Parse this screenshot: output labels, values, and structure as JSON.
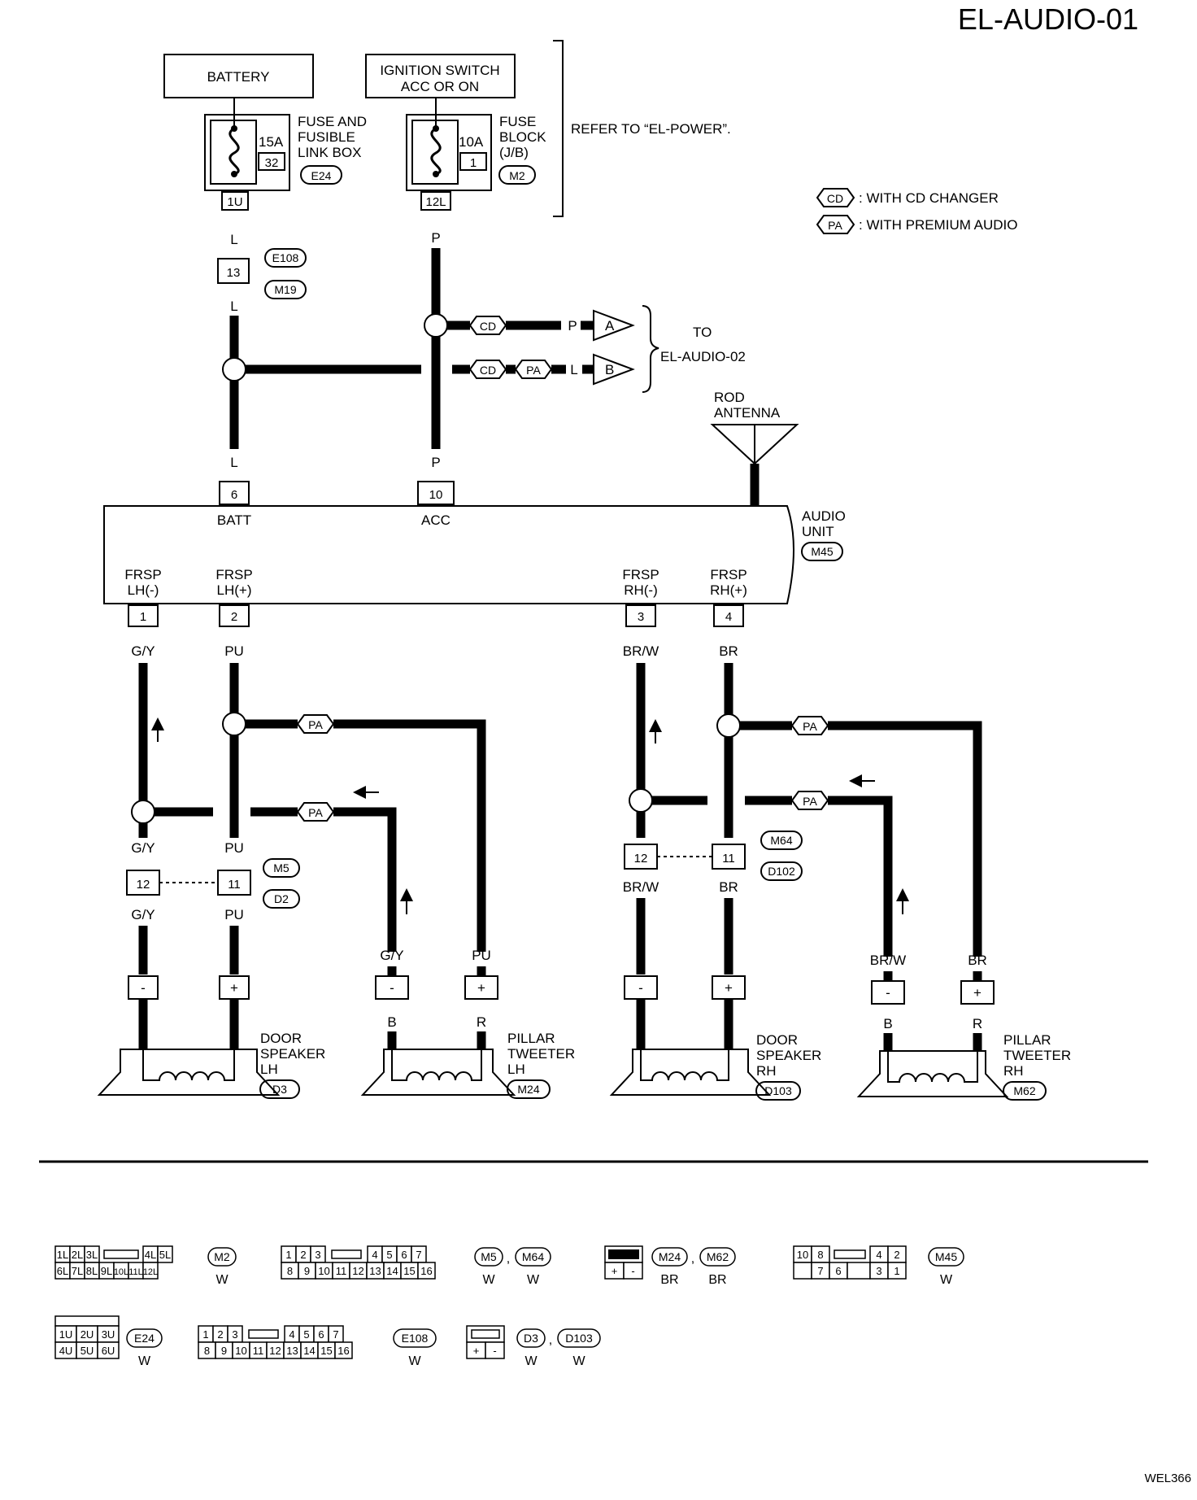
{
  "header": {
    "page_code": "EL-AUDIO-01",
    "figure_code": "WEL366"
  },
  "power": {
    "battery": "BATTERY",
    "ignition_l1": "IGNITION SWITCH",
    "ignition_l2": "ACC OR ON",
    "fuse1_amp": "15A",
    "fuse1_no": "32",
    "fuse1_l1": "FUSE AND",
    "fuse1_l2": "FUSIBLE",
    "fuse1_l3": "LINK BOX",
    "fuse1_conn": "E24",
    "fuse2_amp": "10A",
    "fuse2_no": "1",
    "fuse2_l1": "FUSE",
    "fuse2_l2": "BLOCK",
    "fuse2_l3": "(J/B)",
    "fuse2_conn": "M2",
    "term_1u": "1U",
    "term_12l": "12L",
    "refer": "REFER TO “EL-POWER”."
  },
  "legend": {
    "cd_tag": "CD",
    "cd_text": ": WITH CD CHANGER",
    "pa_tag": "PA",
    "pa_text": ": WITH PREMIUM AUDIO"
  },
  "junction": {
    "pin": "13",
    "conn_a": "E108",
    "conn_b": "M19"
  },
  "wires": {
    "l": "L",
    "p": "P",
    "gy": "G/Y",
    "pu": "PU",
    "brw": "BR/W",
    "br": "BR",
    "b": "B",
    "r": "R"
  },
  "to": {
    "label": "TO",
    "target": "EL-AUDIO-02",
    "a": "A",
    "b": "B"
  },
  "antenna": {
    "l1": "ROD",
    "l2": "ANTENNA"
  },
  "audio_unit": {
    "l1": "AUDIO",
    "l2": "UNIT",
    "conn": "M45",
    "pin_batt": "6",
    "label_batt": "BATT",
    "pin_acc": "10",
    "label_acc": "ACC",
    "p1": "1",
    "p1_l1": "FRSP",
    "p1_l2": "LH(-)",
    "p2": "2",
    "p2_l1": "FRSP",
    "p2_l2": "LH(+)",
    "p3": "3",
    "p3_l1": "FRSP",
    "p3_l2": "RH(-)",
    "p4": "4",
    "p4_l1": "FRSP",
    "p4_l2": "RH(+)"
  },
  "joints": {
    "left_a": "12",
    "left_b": "11",
    "left_c1": "M5",
    "left_c2": "D2",
    "right_a": "12",
    "right_b": "11",
    "right_c1": "M64",
    "right_c2": "D102"
  },
  "speakers": {
    "minus": "-",
    "plus": "+",
    "door_lh": [
      "DOOR",
      "SPEAKER",
      "LH"
    ],
    "door_lh_conn": "D3",
    "tw_lh": [
      "PILLAR",
      "TWEETER",
      "LH"
    ],
    "tw_lh_conn": "M24",
    "door_rh": [
      "DOOR",
      "SPEAKER",
      "RH"
    ],
    "door_rh_conn": "D103",
    "tw_rh": [
      "PILLAR",
      "TWEETER",
      "RH"
    ],
    "tw_rh_conn": "M62"
  },
  "connectors": {
    "m2": {
      "row1": [
        "1L",
        "2L",
        "3L",
        "4L",
        "5L"
      ],
      "row2": [
        "6L",
        "7L",
        "8L",
        "9L",
        "10L",
        "11L",
        "12L"
      ],
      "tags": [
        "M2"
      ],
      "colors": [
        "W"
      ]
    },
    "m5": {
      "row1": [
        "1",
        "2",
        "3",
        "4",
        "5",
        "6",
        "7"
      ],
      "row2": [
        "8",
        "9",
        "10",
        "11",
        "12",
        "13",
        "14",
        "15",
        "16"
      ],
      "tags": [
        "M5",
        "M64"
      ],
      "colors": [
        "W",
        "W"
      ],
      "sep": ","
    },
    "m24": {
      "row2": [
        "+",
        "-"
      ],
      "tags": [
        "M24",
        "M62"
      ],
      "colors": [
        "BR",
        "BR"
      ],
      "sep": ","
    },
    "m45": {
      "row1": [
        "10",
        "8",
        "4",
        "2"
      ],
      "row2": [
        "7",
        "6",
        "3",
        "1"
      ],
      "tags": [
        "M45"
      ],
      "colors": [
        "W"
      ]
    },
    "e24": {
      "row1": [
        "1U",
        "2U",
        "3U"
      ],
      "row2": [
        "4U",
        "5U",
        "6U"
      ],
      "tags": [
        "E24"
      ],
      "colors": [
        "W"
      ]
    },
    "e108": {
      "row1": [
        "1",
        "2",
        "3",
        "4",
        "5",
        "6",
        "7"
      ],
      "row2": [
        "8",
        "9",
        "10",
        "11",
        "12",
        "13",
        "14",
        "15",
        "16"
      ],
      "tags": [
        "E108"
      ],
      "colors": [
        "W"
      ]
    },
    "d3": {
      "row2": [
        "+",
        "-"
      ],
      "tags": [
        "D3",
        "D103"
      ],
      "colors": [
        "W",
        "W"
      ],
      "sep": ","
    }
  }
}
